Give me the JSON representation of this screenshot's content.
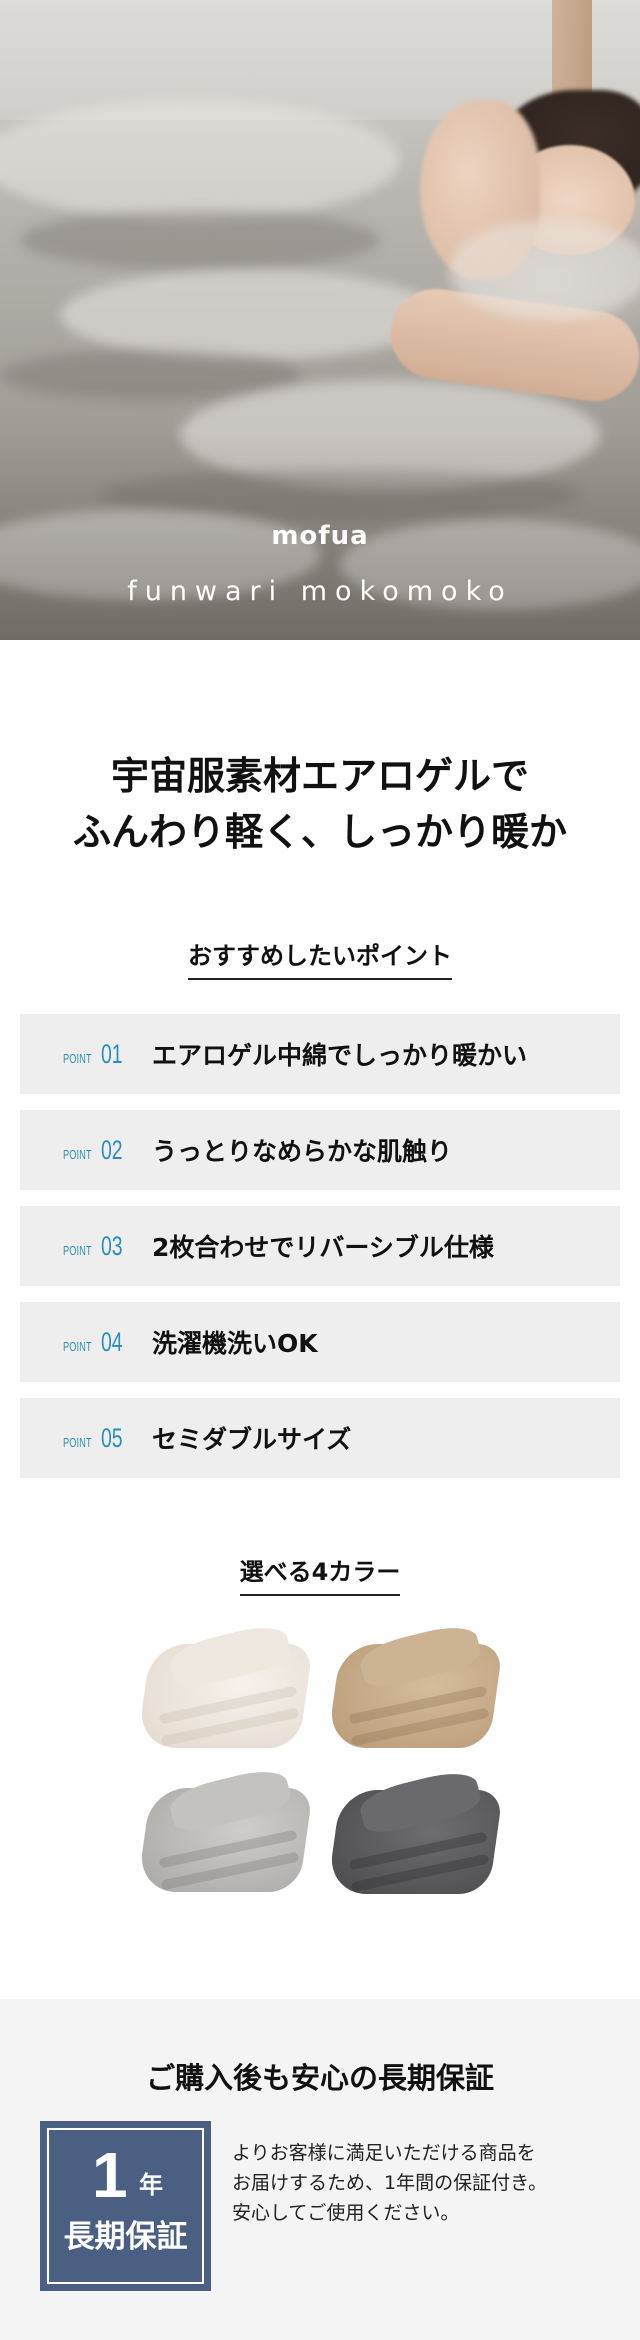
{
  "hero": {
    "logo": "mofua",
    "tagline": "funwari mokomoko",
    "image_alt": "woman sleeping under gray faux fur blanket"
  },
  "headline": {
    "line1": "宇宙服素材エアロゲルで",
    "line2": "ふんわり軽く、しっかり暖か"
  },
  "points_section": {
    "title": "おすすめしたいポイント",
    "accent_color": "#2a8fb8",
    "items": [
      {
        "label": "POINT",
        "number": "01",
        "text": "エアロゲル中綿でしっかり暖かい"
      },
      {
        "label": "POINT",
        "number": "02",
        "text": "うっとりなめらかな肌触り"
      },
      {
        "label": "POINT",
        "number": "03",
        "text": "2枚合わせでリバーシブル仕様"
      },
      {
        "label": "POINT",
        "number": "04",
        "text": "洗濯機洗いOK"
      },
      {
        "label": "POINT",
        "number": "05",
        "text": "セミダブルサイズ"
      }
    ]
  },
  "colors_section": {
    "title": "選べる4カラー",
    "swatches": [
      {
        "name": "ivory",
        "color": "#ece4da"
      },
      {
        "name": "beige",
        "color": "#c4a887"
      },
      {
        "name": "gray",
        "color": "#b9b7b3"
      },
      {
        "name": "charcoal",
        "color": "#5b5b5e"
      }
    ]
  },
  "warranty": {
    "title": "ご購入後も安心の長期保証",
    "badge": {
      "number": "1",
      "unit": "年",
      "label": "長期保証",
      "color": "#4a5f82"
    },
    "text_lines": [
      "よりお客様に満足いただける商品を",
      "お届けするため、1年間の保証付き。",
      "安心してご使用ください。"
    ]
  }
}
